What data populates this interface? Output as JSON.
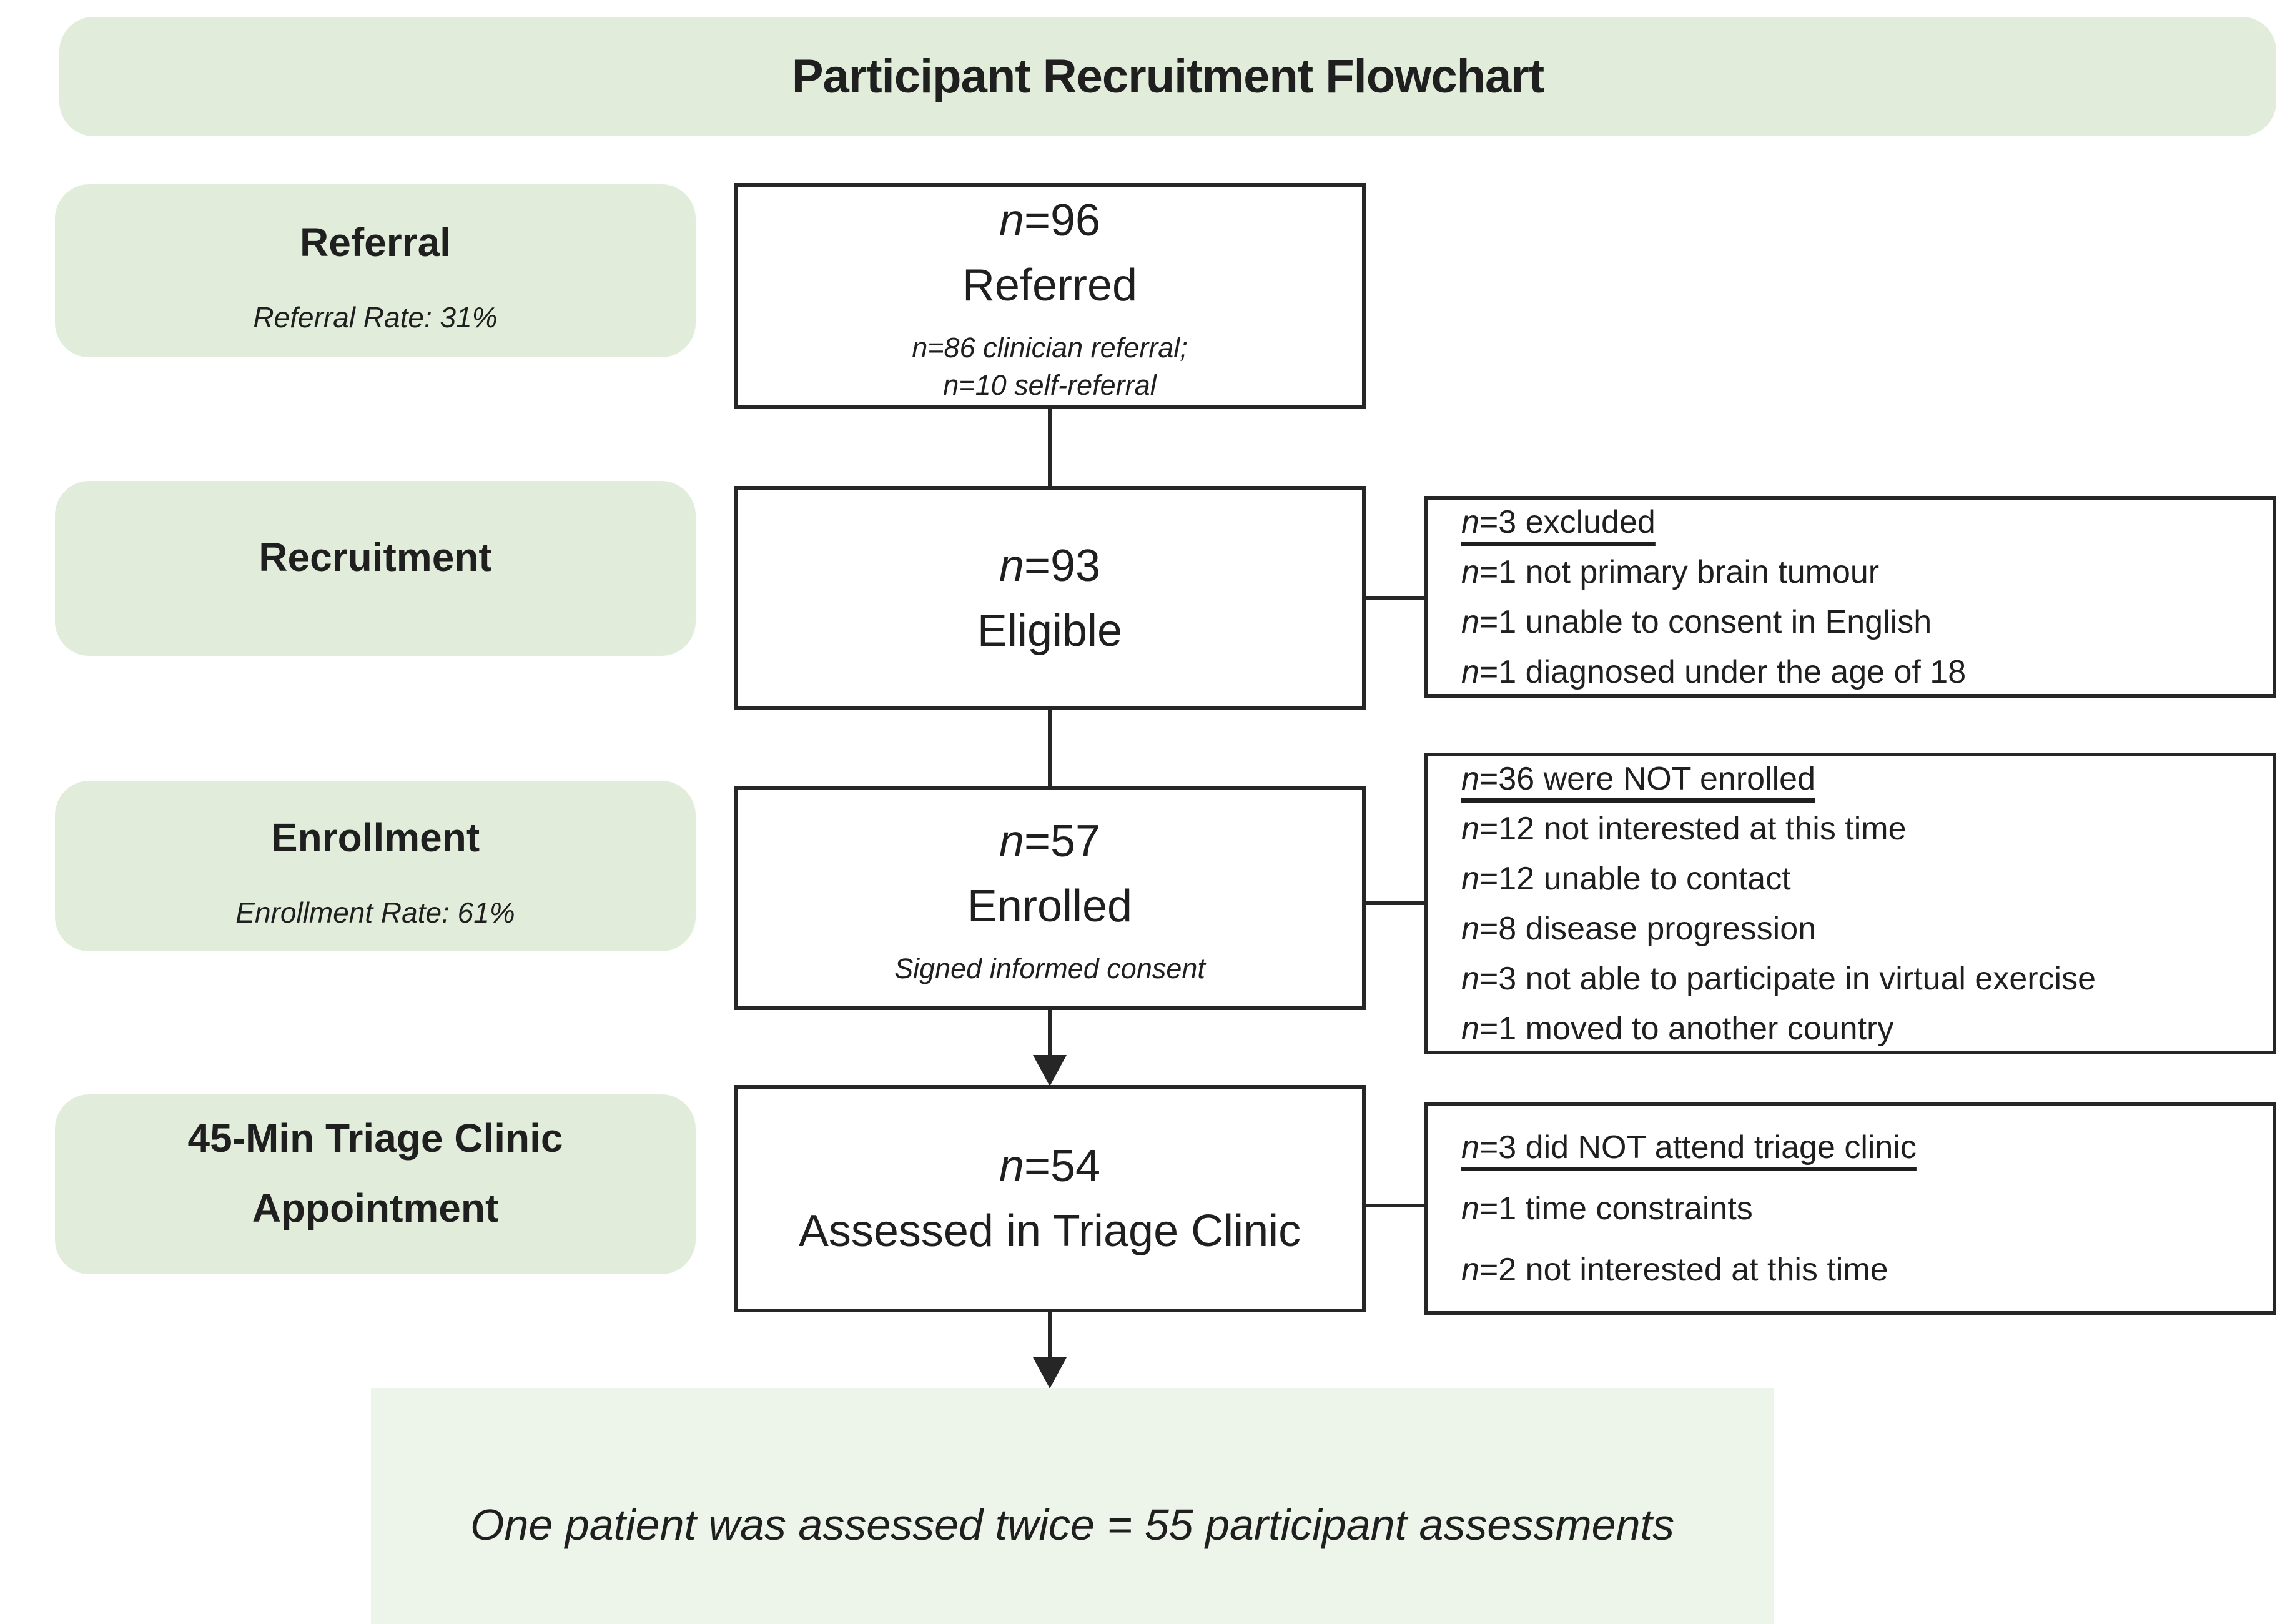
{
  "title": "Participant Recruitment Flowchart",
  "stages": [
    {
      "label_lines": [
        "Referral"
      ],
      "sublabel": "Referral Rate: 31%"
    },
    {
      "label_lines": [
        "Recruitment"
      ],
      "sublabel": ""
    },
    {
      "label_lines": [
        "Enrollment"
      ],
      "sublabel": "Enrollment Rate: 61%"
    },
    {
      "label_lines": [
        "45-Min Triage Clinic",
        "Appointment"
      ],
      "sublabel": ""
    }
  ],
  "flow": [
    {
      "n": "n=96",
      "label": "Referred",
      "notes": [
        "n=86 clinician referral;",
        "n=10 self-referral"
      ]
    },
    {
      "n": "n=93",
      "label": "Eligible",
      "notes": []
    },
    {
      "n": "n=57",
      "label": "Enrolled",
      "notes": [
        "Signed informed consent"
      ]
    },
    {
      "n": "n=54",
      "label": "Assessed in Triage Clinic",
      "notes": []
    }
  ],
  "exclusions": [
    {
      "header": "n=3 excluded",
      "lines": [
        "n=1 not primary brain tumour",
        "n=1 unable to consent in English",
        "n=1 diagnosed under the age of 18"
      ]
    },
    {
      "header": "n=36 were NOT enrolled",
      "lines": [
        "n=12 not interested at this time",
        "n=12 unable to contact",
        "n=8 disease progression",
        "n=3 not able to participate in virtual exercise",
        "n=1 moved to another country"
      ]
    },
    {
      "header": "n=3 did NOT attend triage clinic",
      "lines": [
        "n=1 time constraints",
        "n=2 not interested at this time"
      ]
    }
  ],
  "footer": {
    "text": "One patient was assessed twice = 55 participant assessments"
  },
  "colors": {
    "stage_fill": "#e1edda",
    "footer_fill": "#edf4ea",
    "line": "#262626",
    "text": "#1f1f1f"
  }
}
